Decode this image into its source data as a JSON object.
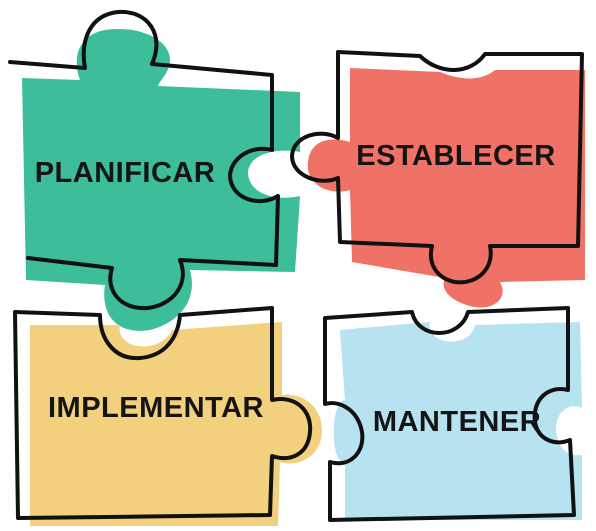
{
  "pieces": [
    {
      "id": "planificar",
      "label": "PLANIFICAR",
      "fill": "#3dbd9a"
    },
    {
      "id": "establecer",
      "label": "ESTABLECER",
      "fill": "#f07266"
    },
    {
      "id": "implementar",
      "label": "IMPLEMENTAR",
      "fill": "#f2d07e"
    },
    {
      "id": "mantener",
      "label": "MANTENER",
      "fill": "#b6e3ef"
    }
  ],
  "colors": {
    "outline": "#111111",
    "text": "#141414"
  }
}
